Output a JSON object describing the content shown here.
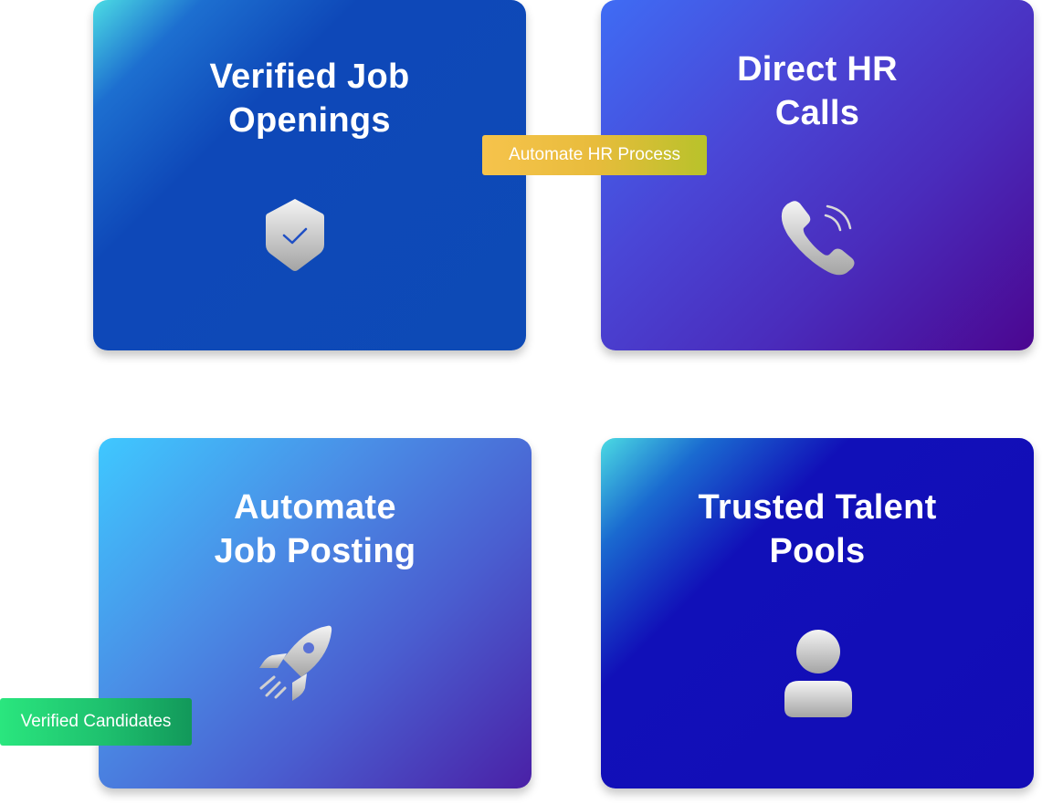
{
  "cards": [
    {
      "title": "Verified Job\nOpenings",
      "icon": "shield-check-icon"
    },
    {
      "title": "Direct HR\nCalls",
      "icon": "phone-call-icon"
    },
    {
      "title": "Automate\nJob Posting",
      "icon": "rocket-icon"
    },
    {
      "title": "Trusted Talent\nPools",
      "icon": "user-icon"
    }
  ],
  "badges": {
    "automate_hr": "Automate HR Process",
    "verified_candidates": "Verified Candidates"
  },
  "colors": {
    "icon_light": "#f2f2f2",
    "icon_dark": "#a9a9a9",
    "check": "#1f4fc4",
    "badge_yellow": "#f6c34c",
    "badge_green": "#2ae67e"
  }
}
